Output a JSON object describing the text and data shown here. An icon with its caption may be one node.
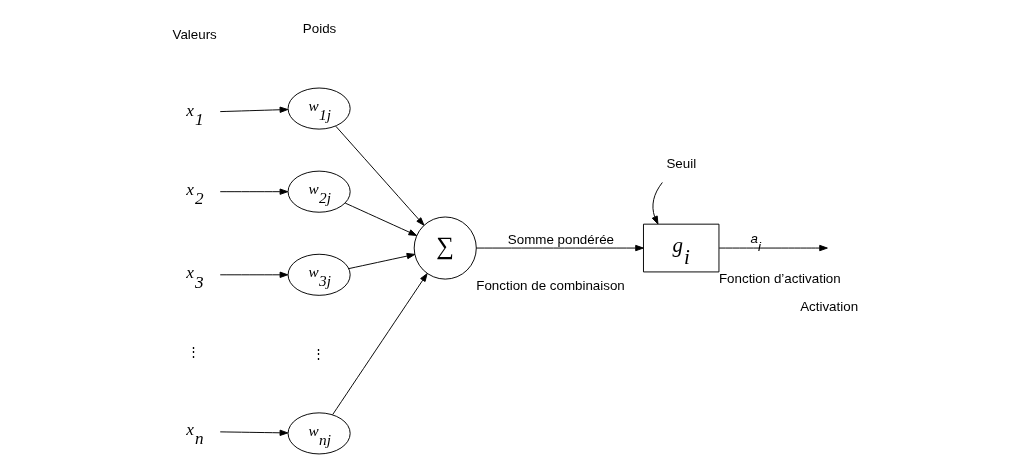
{
  "diagram": {
    "nodes": [
      {
        "text": [
          "x$_{1}$"
        ]
      },
      {
        "text": [
          "x$_{2}$"
        ]
      },
      {
        "text": [
          "x$_{3}$"
        ]
      },
      {
        "text": [
          "x$_{n}$"
        ]
      },
      {
        "text": [
          "w$_{1j}$"
        ]
      },
      {
        "text": [
          "w$_{2j}$"
        ]
      },
      {
        "text": [
          "w$_{3j}$"
        ]
      },
      {
        "text": [
          "w$_{nj}$"
        ]
      },
      {
        "text": [
          "∑"
        ],
        "beside": [
          "Fonction de combinaison"
        ]
      },
      {
        "text": [
          "g$_{i}$"
        ],
        "beside": [
          "Fonction d’activation"
        ]
      },
      {
        "text": [
          "Seuil"
        ]
      }
    ],
    "edges": [
      {
        "from": 0,
        "to": 4,
        "arrow": "to"
      },
      {
        "from": 1,
        "to": 5,
        "arrow": "to"
      },
      {
        "from": 2,
        "to": 6,
        "arrow": "to"
      },
      {
        "from": 3,
        "to": 7,
        "arrow": "to"
      },
      {
        "from": 4,
        "to": 8,
        "arrow": "to"
      },
      {
        "from": 5,
        "to": 8,
        "arrow": "to"
      },
      {
        "from": 6,
        "to": 8,
        "arrow": "to"
      },
      {
        "from": 7,
        "to": 8,
        "arrow": "to"
      },
      {
        "from": 8,
        "to": 9,
        "arrow": "to",
        "label": "Somme pondérée"
      },
      {
        "from": 9,
        "to": null,
        "arrow": "to",
        "label": "a$_{i}$"
      },
      {
        "from": 10,
        "to": 9,
        "arrow": "to"
      }
    ],
    "labels": [
      "Valeurs",
      "Poids",
      "⋮",
      "⋮",
      "Activation"
    ]
  }
}
